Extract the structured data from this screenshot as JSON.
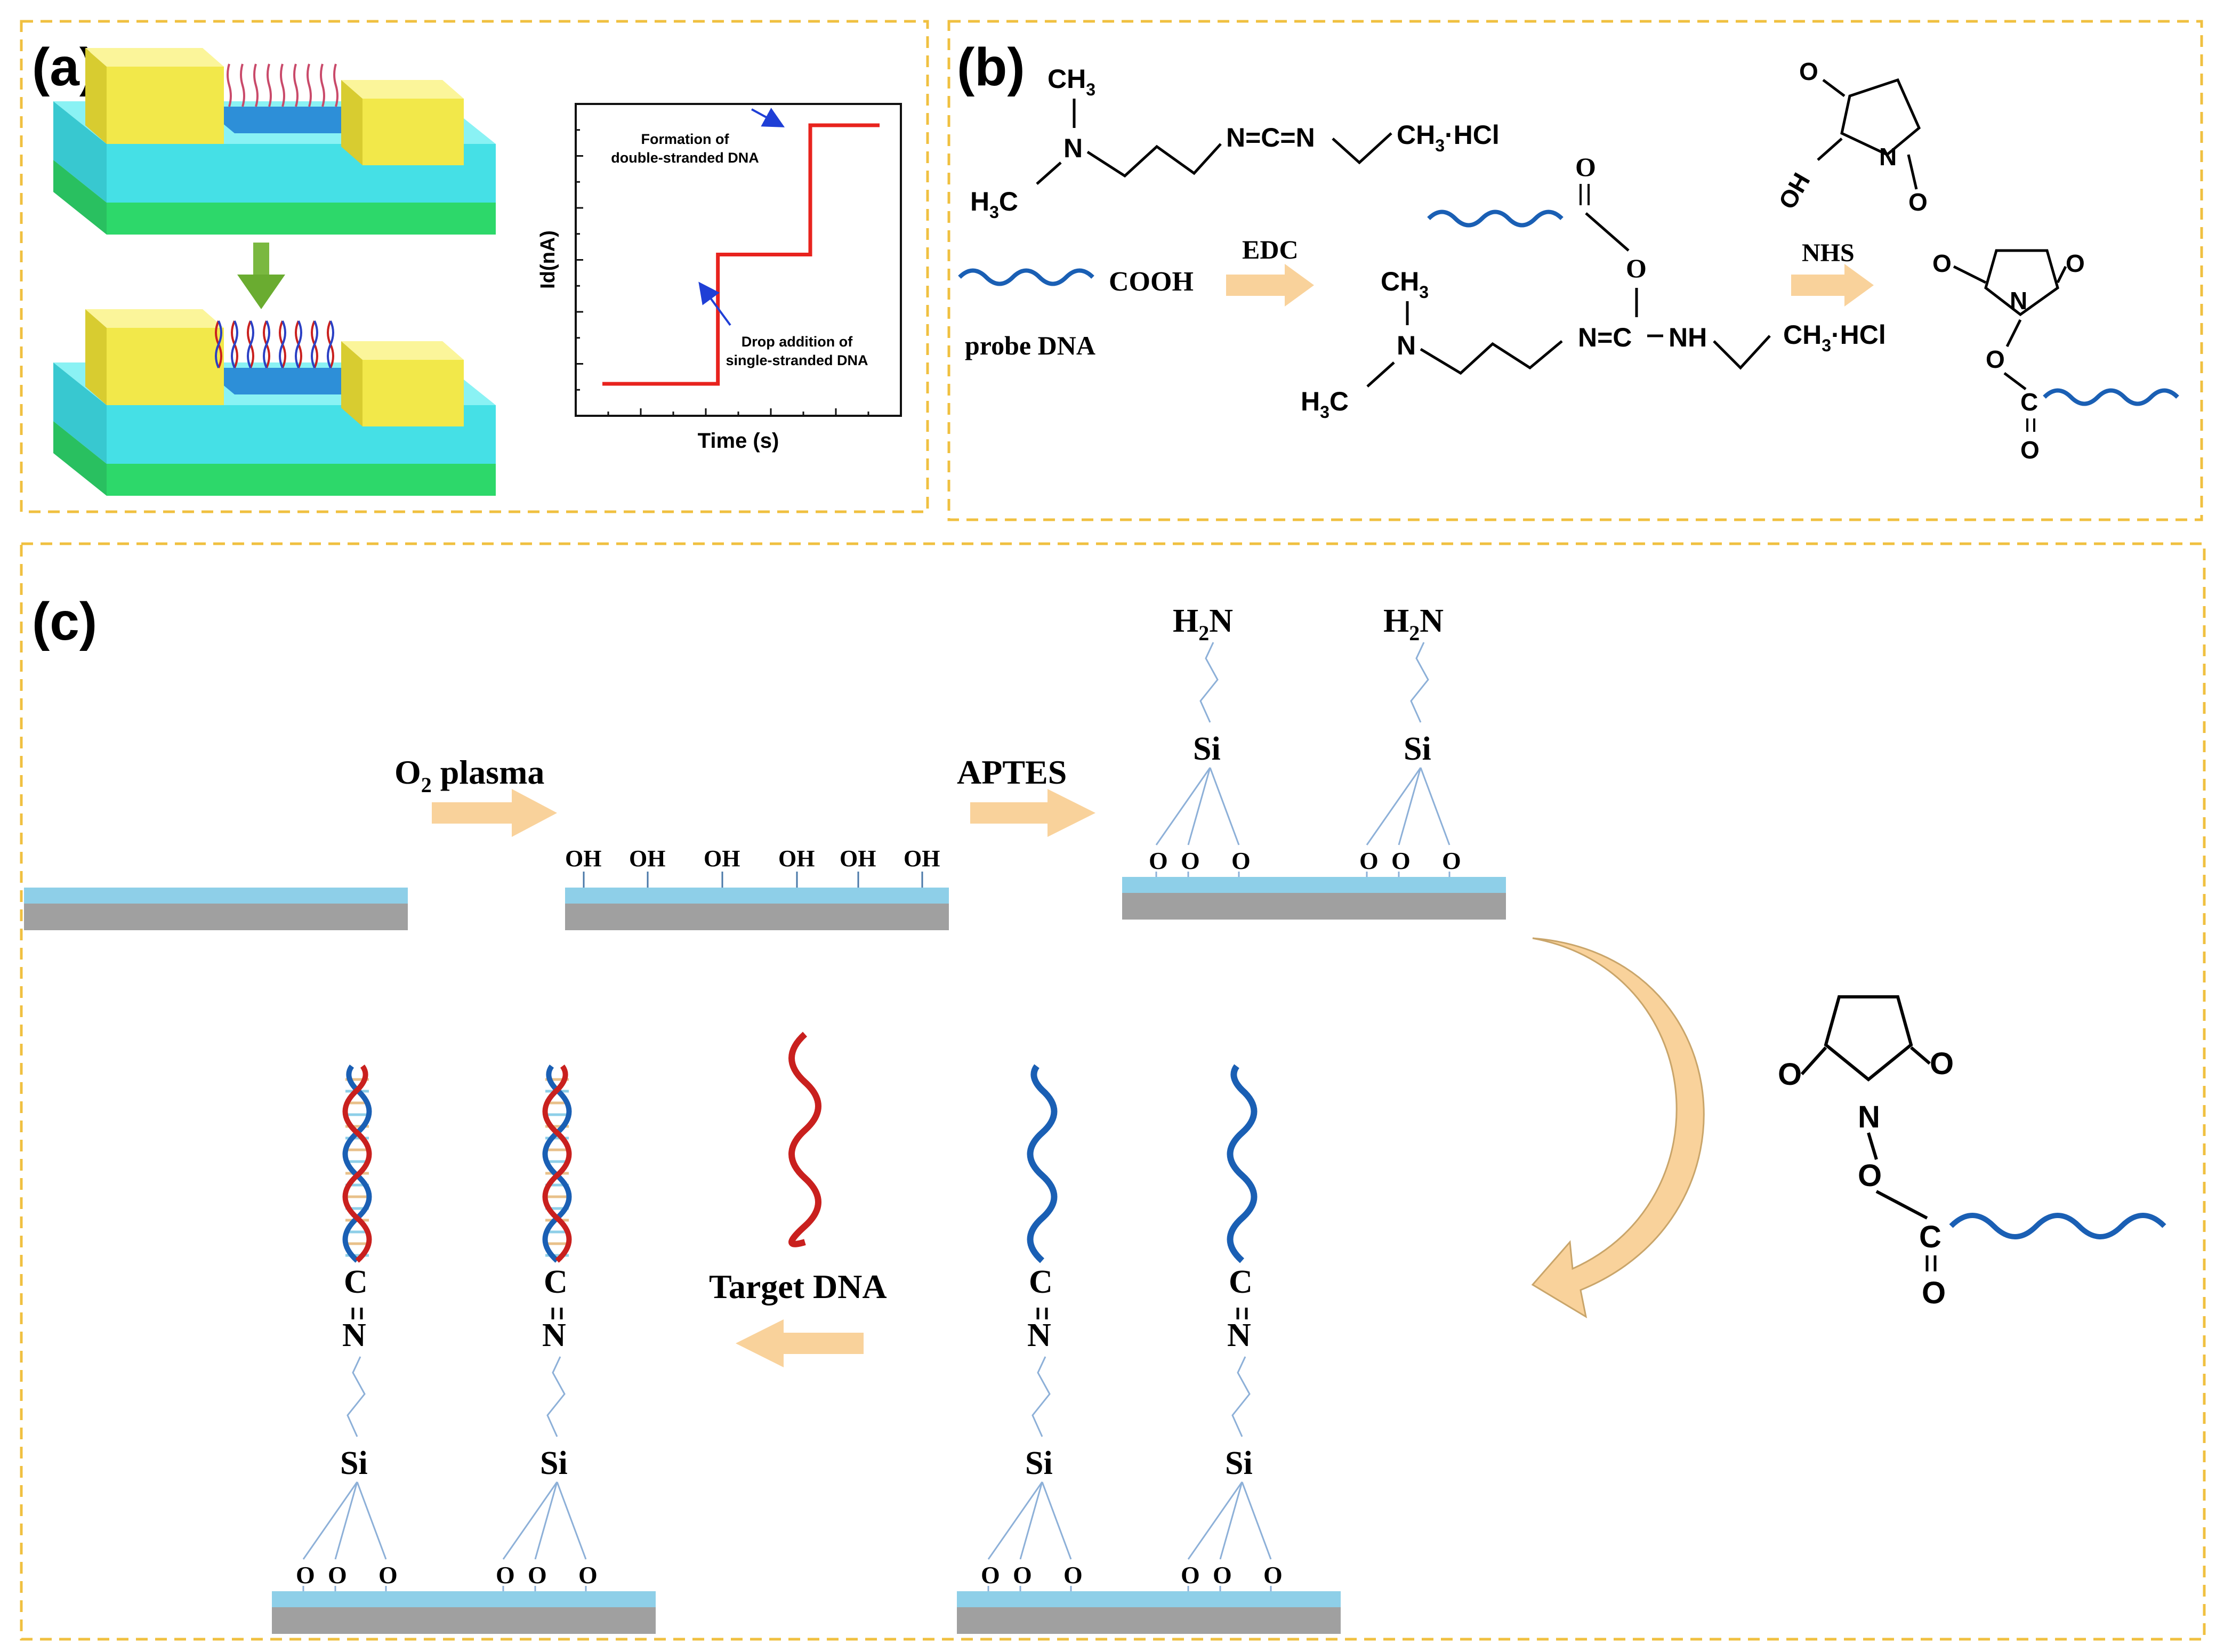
{
  "panels": {
    "a": {
      "label": "(a)"
    },
    "b": {
      "label": "(b)"
    },
    "c": {
      "label": "(c)"
    }
  },
  "chart_data": {
    "type": "line",
    "title": "",
    "xlabel": "Time (s)",
    "ylabel": "Id(nA)",
    "x": [
      0,
      1,
      2,
      3,
      4,
      5,
      6
    ],
    "series": [
      {
        "values": [
          1,
          1,
          1,
          2,
          2,
          3,
          3
        ]
      }
    ],
    "annotations": [
      {
        "text_lines": [
          "Formation of",
          "double-stranded DNA"
        ],
        "x": 5,
        "y": 3
      },
      {
        "text_lines": [
          "Drop addition of",
          "single-stranded DNA"
        ],
        "x": 2.6,
        "y": 2
      }
    ],
    "grid": false,
    "colors": {
      "series": "#e8231e",
      "annotation_arrow": "#1f3fd6"
    }
  },
  "panel_b": {
    "edc_top": {
      "ch3": "CH",
      "ch3_sub": "3",
      "n": "N",
      "h3c_h": "H",
      "h3c_sub": "3",
      "h3c_c": "C",
      "ncn": "N=C=N",
      "ch3hcl": "CH",
      "ch3hcl_sub": "3",
      "ch3hcl_tail": "·HCl"
    },
    "probe_cooh": "COOH",
    "probe_label": "probe DNA",
    "arrow1_label": "EDC",
    "intermediate": {
      "o_dbl": "O",
      "o_ring": "O",
      "ch3": "CH",
      "ch3_sub": "3",
      "n": "N",
      "h3c_h": "H",
      "h3c_sub": "3",
      "h3c_c": "C",
      "ncnh": "N=C",
      "nh": "NH",
      "ch3hcl": "CH",
      "ch3hcl_sub": "3",
      "ch3hcl_tail": "·HCl"
    },
    "arrow2_label": "NHS",
    "nhs": {
      "o1": "O",
      "o2": "O",
      "n": "N",
      "oh": "OH"
    },
    "ester": {
      "o1": "O",
      "o2": "O",
      "n": "N",
      "o3": "O",
      "c": "C",
      "o4": "O"
    }
  },
  "panel_c": {
    "step1_label": "O",
    "step1_sub": "2",
    "step1_tail": " plasma",
    "step2_label": "APTES",
    "oh": "OH",
    "h2n_h": "H",
    "h2n_sub": "2",
    "h2n_n": "N",
    "si": "Si",
    "o": "O",
    "c": "C",
    "n": "N",
    "target_label": "Target DNA",
    "ester": {
      "o1": "O",
      "o2": "O",
      "n": "N",
      "o3": "O",
      "c": "C",
      "o4": "O"
    }
  },
  "colors": {
    "panel_border": "#f0c040",
    "substrate_top": "#8ecfe8",
    "substrate_bottom": "#a0a0a0",
    "process_arrow": "#f9d29b",
    "probe_dna": "#1a5fb4",
    "target_dna": "#c9201e",
    "yellow_electrode": "#f2e84a",
    "cyan_layer": "#45e0e6",
    "green_layer": "#2dd86a"
  }
}
